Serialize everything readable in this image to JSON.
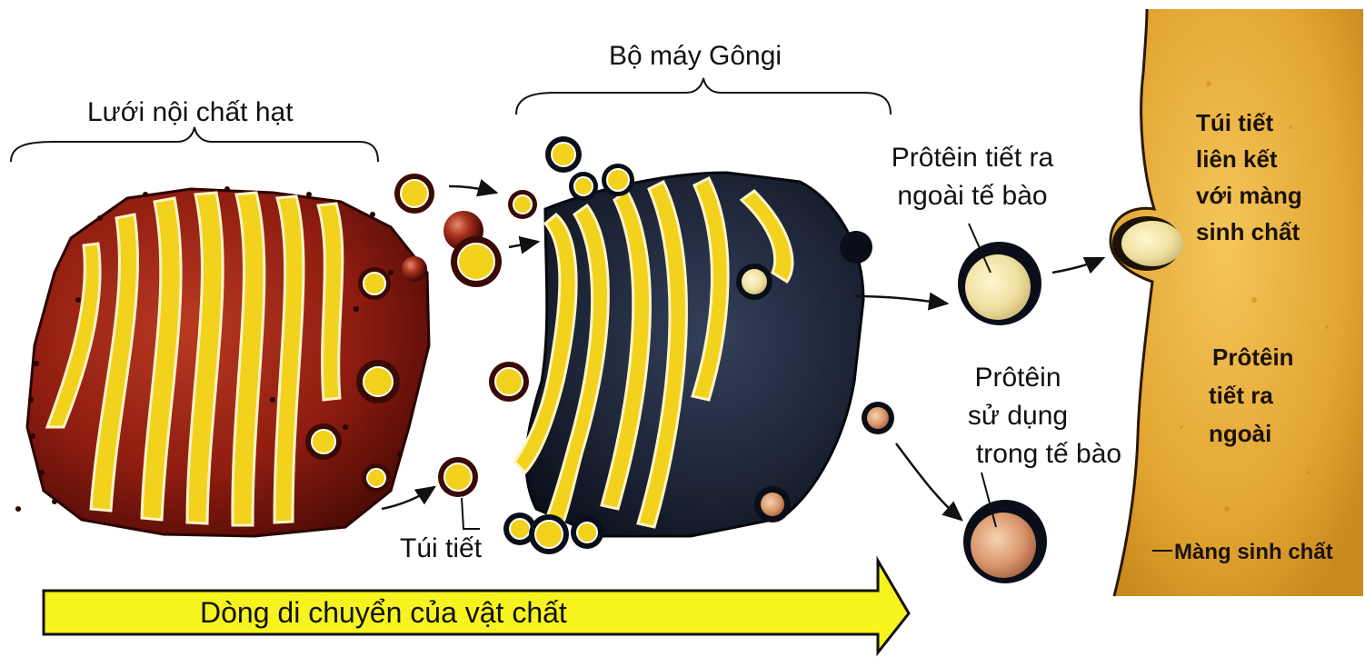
{
  "labels": {
    "er": "Lưới nội chất hạt",
    "golgi": "Bộ máy Gôngi",
    "secretory_vesicle": "Túi tiết",
    "secreted_protein": [
      "Prôtêin tiết ra",
      "ngoài tế bào"
    ],
    "internal_protein": [
      "Prôtêin",
      "sử dụng",
      "trong tế bào"
    ],
    "fused_vesicle": [
      "Túi tiết",
      "liên kết",
      "với màng",
      "sinh chất"
    ],
    "exported_protein": [
      "Prôtêin",
      "tiết ra",
      "ngoài"
    ],
    "plasma_membrane": "Màng sinh chất",
    "flow": "Dòng di chuyển của vật chất"
  },
  "colors": {
    "er_fill": "#8e1c10",
    "er_dark": "#4a0a05",
    "cisterna_yellow": "#f2d21c",
    "golgi_fill": "#1c2436",
    "golgi_dark": "#0a0e18",
    "cell_exterior": "#e2a430",
    "flow_arrow": "#f7f31f",
    "vesicle_content": "#f0e6b0"
  }
}
